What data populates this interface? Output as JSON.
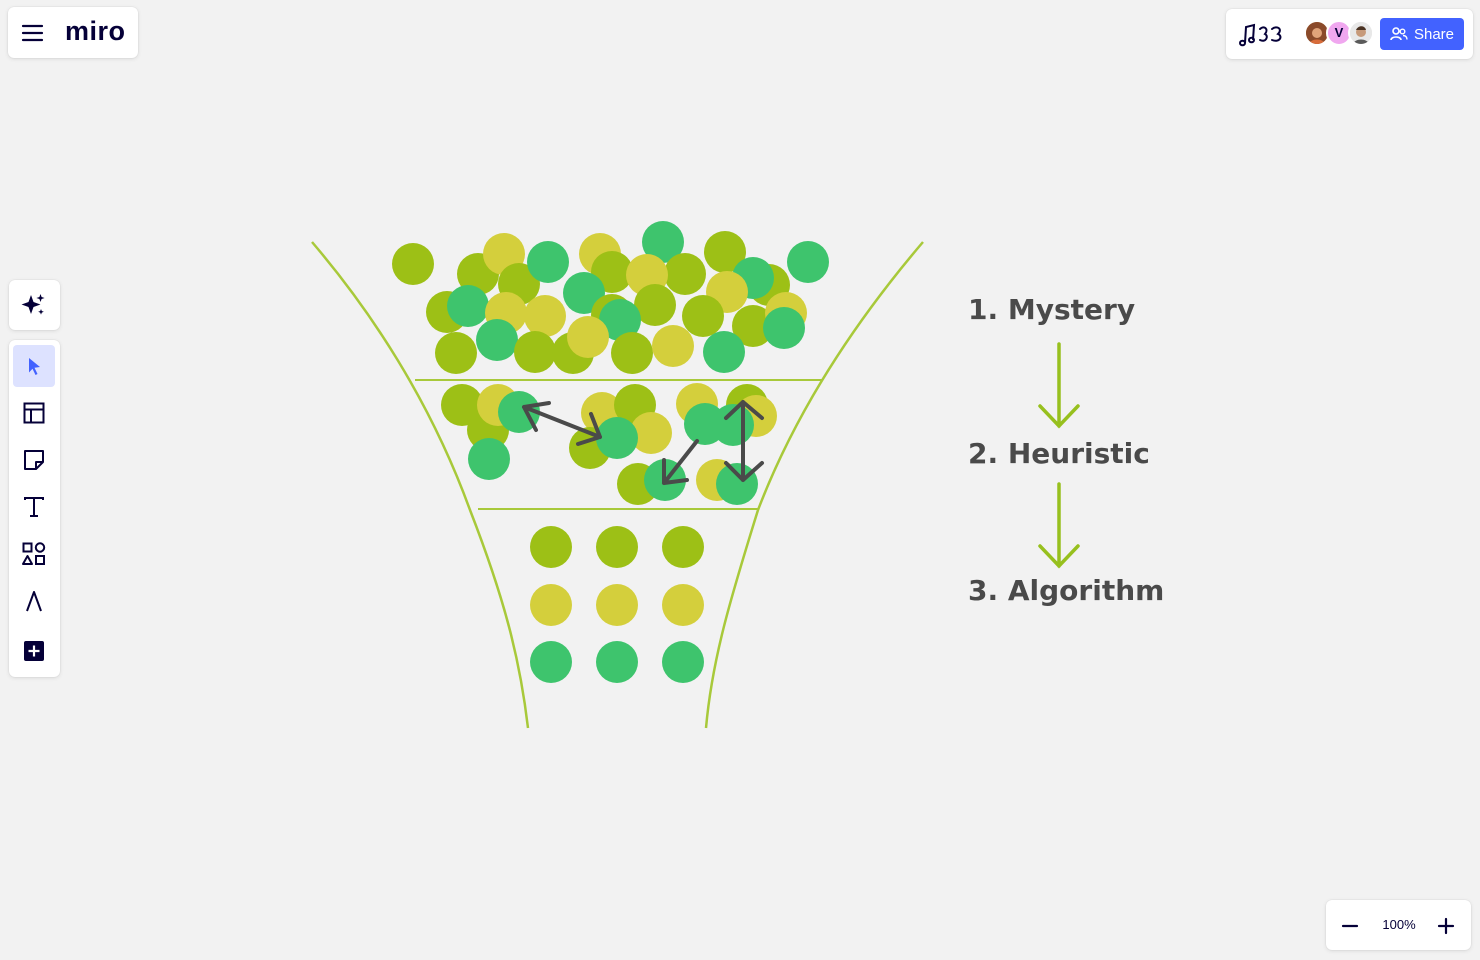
{
  "app": {
    "logo": "miro"
  },
  "header": {
    "share_label": "Share",
    "collaborators": [
      {
        "kind": "photo"
      },
      {
        "kind": "initial",
        "initial": "V"
      },
      {
        "kind": "photo"
      }
    ]
  },
  "toolbar": {
    "tools": [
      {
        "name": "select",
        "icon": "cursor-icon",
        "active": true
      },
      {
        "name": "templates",
        "icon": "layout-icon",
        "active": false
      },
      {
        "name": "sticky-note",
        "icon": "sticky-note-icon",
        "active": false
      },
      {
        "name": "text",
        "icon": "text-icon",
        "active": false
      },
      {
        "name": "shapes",
        "icon": "shapes-icon",
        "active": false
      },
      {
        "name": "pen",
        "icon": "pen-icon",
        "active": false
      },
      {
        "name": "more",
        "icon": "plus-square-icon",
        "active": false
      }
    ]
  },
  "zoom": {
    "level": "100%"
  },
  "board": {
    "steps": [
      {
        "label": "1. Mystery"
      },
      {
        "label": "2. Heuristic"
      },
      {
        "label": "3. Algorithm"
      }
    ]
  },
  "colors": {
    "accent": "#4262ff",
    "funnel_line": "#a8c93a",
    "arrow": "#97c01e",
    "olive": "#9dc016",
    "yellow": "#d4cf3c",
    "green": "#3ec46d",
    "dark_arrow": "#4a4a4a"
  }
}
